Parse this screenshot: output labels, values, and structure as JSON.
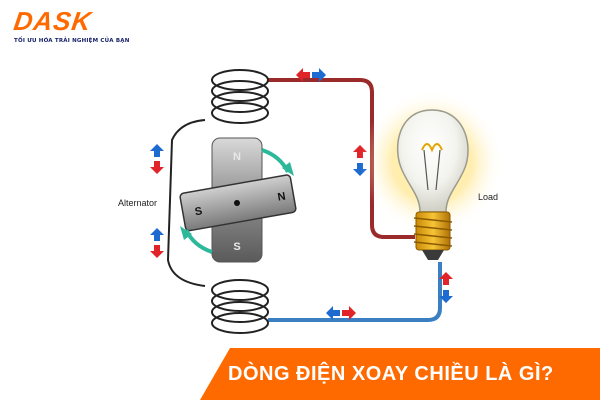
{
  "logo": {
    "brand": "DASK",
    "tagline": "TỐI ƯU HÓA TRẢI NGHIỆM CỦA BẠN",
    "color": "#ff6a00"
  },
  "diagram": {
    "alternator_label": "Alternator",
    "load_label": "Load",
    "magnet_labels": {
      "north_top": "N",
      "south_bottom": "S",
      "south_left": "S",
      "north_right": "N"
    },
    "colors": {
      "top_wire": "#9b2a2a",
      "bottom_wire": "#3a7fc1",
      "arrow_red": "#e0242a",
      "arrow_blue": "#1d6ad0",
      "rotation_arrow": "#2eb89a"
    }
  },
  "banner": {
    "title": "DÒNG ĐIỆN XOAY CHIỀU LÀ GÌ?",
    "color": "#ff6a00"
  }
}
